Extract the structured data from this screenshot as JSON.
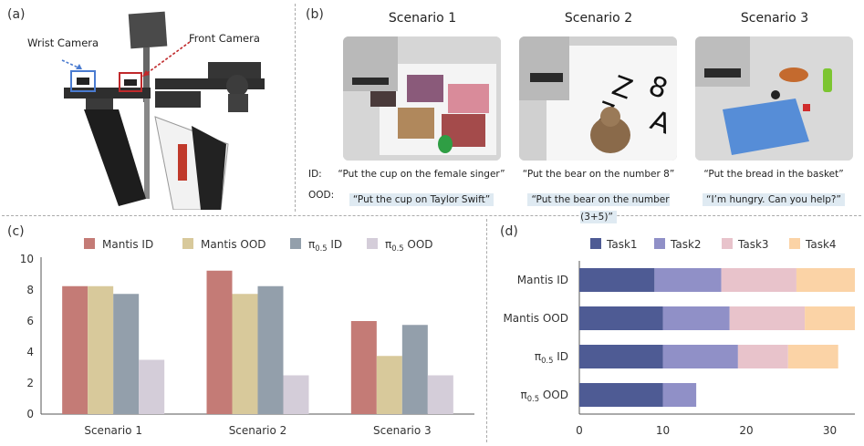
{
  "panels": {
    "a": "(a)",
    "b": "(b)",
    "c": "(c)",
    "d": "(d)"
  },
  "robot": {
    "wrist_camera": "Wrist Camera",
    "front_camera": "Front Camera"
  },
  "scenarios": {
    "row_id_label": "ID:",
    "row_ood_label": "OOD:",
    "items": [
      {
        "title": "Scenario 1",
        "id_text": "“Put the cup on the female singer”",
        "ood_text": "“Put the cup on Taylor Swift”"
      },
      {
        "title": "Scenario 2",
        "id_text": "“Put the bear on the number 8”",
        "ood_text": "“Put the bear on the number (3+5)”"
      },
      {
        "title": "Scenario 3",
        "id_text": "“Put the bread in the basket”",
        "ood_text": "“I’m hungry. Can you help?”"
      }
    ]
  },
  "chart_data": [
    {
      "type": "bar",
      "categories": [
        "Scenario 1",
        "Scenario 2",
        "Scenario 3"
      ],
      "series": [
        {
          "name": "Mantis ID",
          "values": [
            8.25,
            9.25,
            6.0
          ],
          "color": "#c47b76"
        },
        {
          "name": "Mantis OOD",
          "values": [
            8.25,
            7.75,
            3.75
          ],
          "color": "#d8c99b"
        },
        {
          "name": "π0.5 ID",
          "values": [
            7.75,
            8.25,
            5.75
          ],
          "color": "#939fab"
        },
        {
          "name": "π0.5 OOD",
          "values": [
            3.5,
            2.5,
            2.5
          ],
          "color": "#d4cdd9"
        }
      ],
      "ylim": [
        0,
        10
      ],
      "yticks": [
        "0",
        "2",
        "4",
        "6",
        "8",
        "10"
      ],
      "grid": false,
      "legend": "top"
    },
    {
      "type": "bar",
      "orientation": "horizontal",
      "stacked": true,
      "categories": [
        "Mantis ID",
        "Mantis OOD",
        "π0.5 ID",
        "π0.5 OOD"
      ],
      "series": [
        {
          "name": "Task1",
          "values": [
            9,
            10,
            10,
            10
          ],
          "color": "#4e5b94"
        },
        {
          "name": "Task2",
          "values": [
            8,
            8,
            9,
            4
          ],
          "color": "#9090c7"
        },
        {
          "name": "Task3",
          "values": [
            9,
            9,
            6,
            0
          ],
          "color": "#e8c3cb"
        },
        {
          "name": "Task4",
          "values": [
            7,
            6,
            6,
            0
          ],
          "color": "#fbd3a6"
        }
      ],
      "xlim": [
        0,
        33
      ],
      "xticks": [
        "0",
        "10",
        "20",
        "30"
      ],
      "grid": false,
      "legend": "top"
    }
  ]
}
